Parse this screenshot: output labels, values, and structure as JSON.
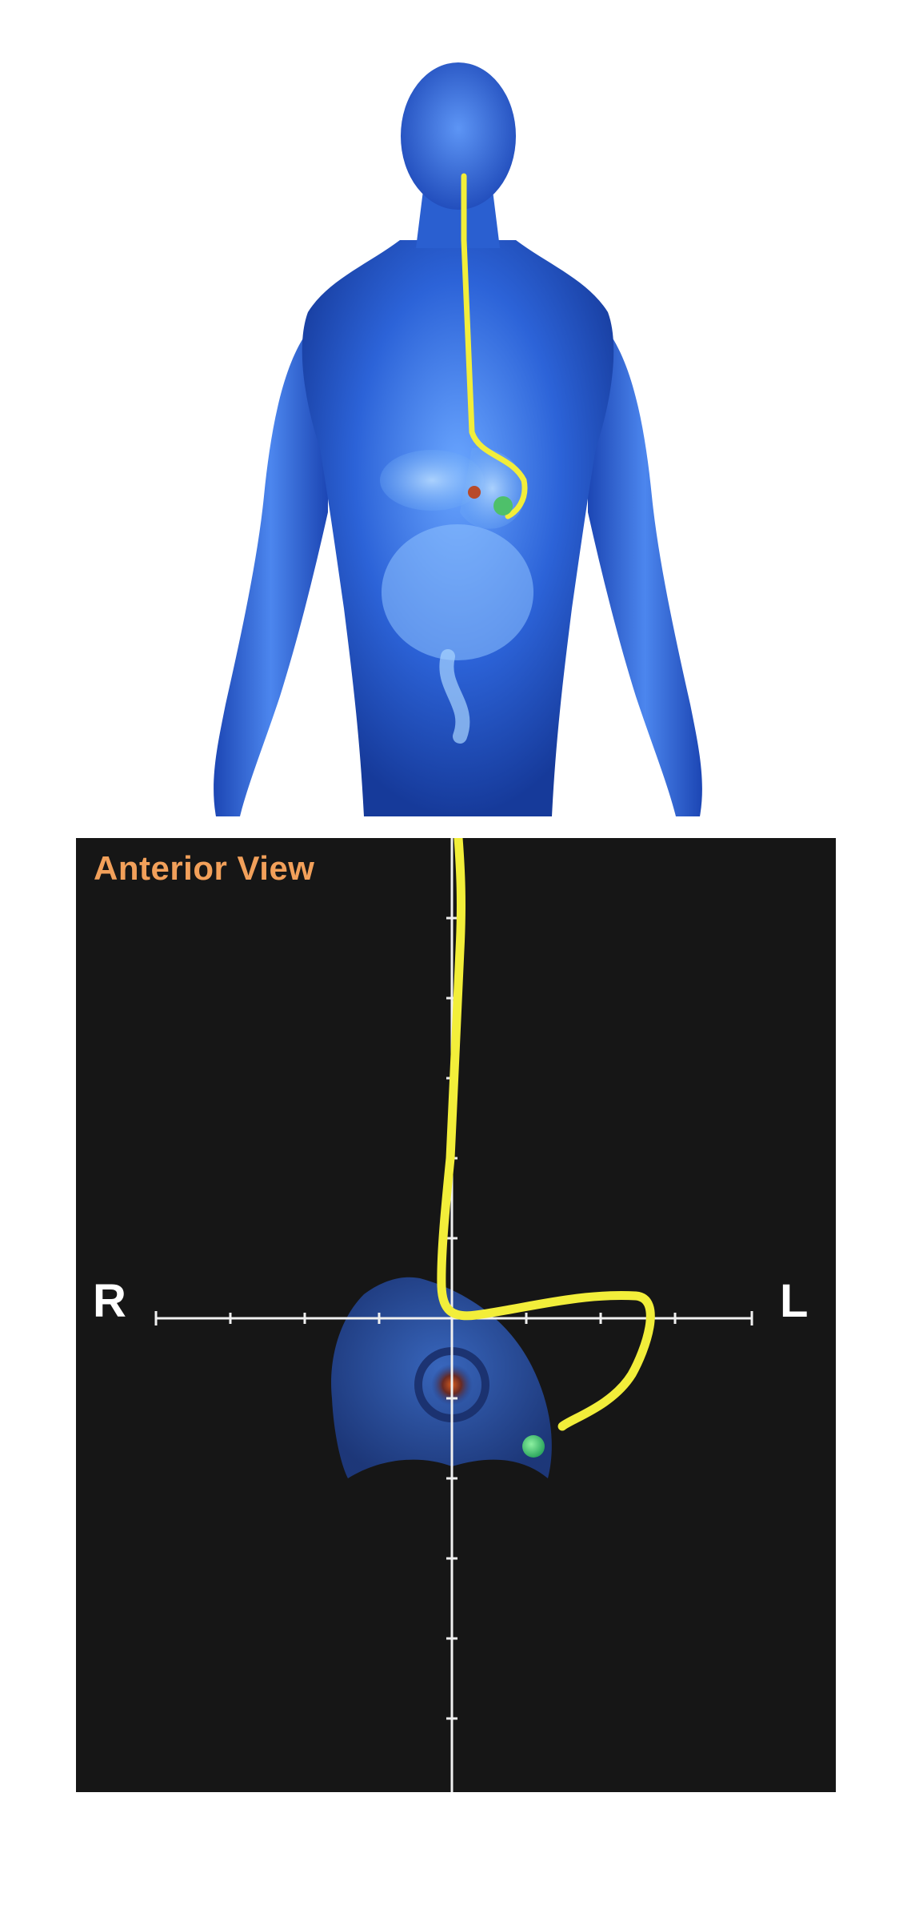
{
  "panel": {
    "title": "Anterior View",
    "right_label": "R",
    "left_label": "L"
  },
  "colors": {
    "background": "#161616",
    "title": "#f2a05a",
    "tube": "#f2ee3a",
    "tip": "#3ec878",
    "body": "#2a6ad8",
    "axes": "#f0f0f0"
  },
  "icons": [
    "human-body-illustration",
    "feeding-tube",
    "stomach-shape",
    "tube-tip-marker",
    "pylorus-marker"
  ]
}
